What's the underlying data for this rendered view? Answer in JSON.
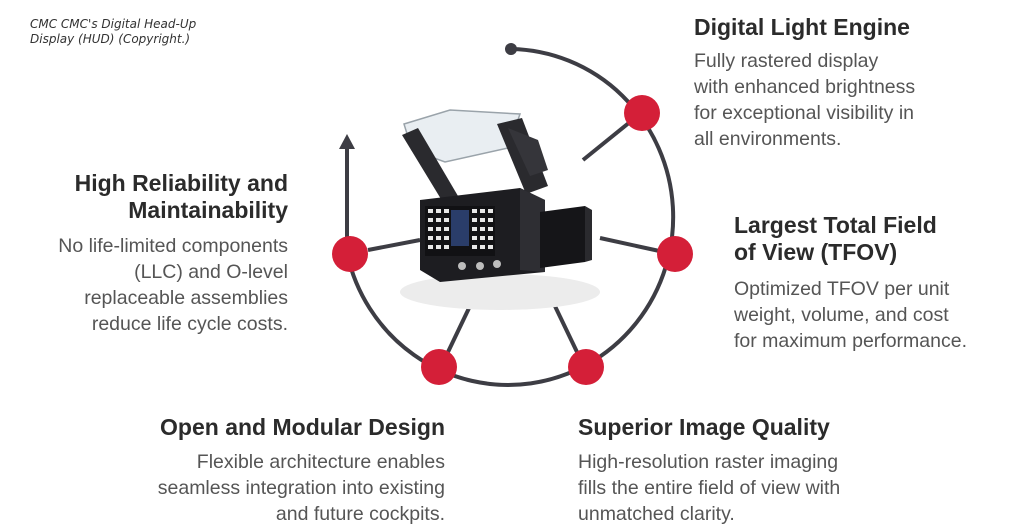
{
  "caption": "CMC CMC's Digital Head-Up Display (HUD) (Copyright.)",
  "colors": {
    "ring": "#3d3d44",
    "node": "#d41f38",
    "title": "#2b2b2b",
    "text": "#555555"
  },
  "features": [
    {
      "title": "Digital Light Engine",
      "lines": [
        "Fully rastered display",
        "with enhanced brightness",
        "for exceptional visibility in",
        "all environments."
      ]
    },
    {
      "title_lines": [
        "Largest Total Field",
        "of View (TFOV)"
      ],
      "lines": [
        "Optimized TFOV per unit",
        "weight, volume, and cost",
        "for maximum performance."
      ]
    },
    {
      "title": "Superior Image Quality",
      "lines": [
        "High-resolution raster imaging",
        "fills the entire field of view with",
        "unmatched clarity."
      ]
    },
    {
      "title": "Open and Modular Design",
      "lines": [
        "Flexible architecture enables",
        "seamless integration into existing",
        "and future cockpits."
      ]
    },
    {
      "title_lines": [
        "High Reliability and",
        "Maintainability"
      ],
      "lines": [
        "No life-limited components",
        "(LLC) and O-level",
        "replaceable assemblies",
        "reduce life cycle costs."
      ]
    }
  ],
  "product_image": "digital-hud-unit"
}
